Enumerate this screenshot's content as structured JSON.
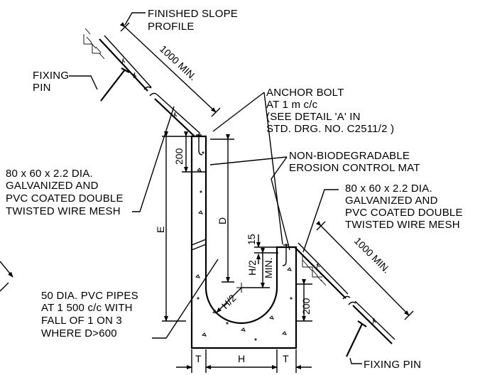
{
  "labels": {
    "finished_slope": [
      "FINISHED SLOPE",
      "PROFILE"
    ],
    "fixing_pin_left": [
      "FIXING",
      "PIN"
    ],
    "anchor_bolt": [
      "ANCHOR BOLT",
      "AT 1 m  c/c",
      "(SEE  DETAIL  'A' IN",
      "STD. DRG. NO. C2511/2 )"
    ],
    "mat": [
      "NON-BIODEGRADABLE",
      "EROSION  CONTROL MAT"
    ],
    "mesh_left": [
      "80 x 60 x 2.2 DIA.",
      "GALVANIZED AND",
      "PVC COATED DOUBLE",
      "TWISTED WIRE MESH"
    ],
    "mesh_right": [
      "80 x 60 x 2.2 DIA.",
      "GALVANIZED AND",
      "PVC COATED DOUBLE",
      "TWISTED WIRE MESH"
    ],
    "pipes": [
      "50 DIA. PVC PIPES",
      "AT 1 500 c/c WITH",
      "FALL OF 1 ON 3",
      "WHERE D>600"
    ],
    "fixing_pin_right": "FIXING  PIN"
  },
  "dimensions": {
    "min_top": "1000 MIN.",
    "min_right": "1000 MIN.",
    "d200_top": "200",
    "d200_bottom": "200",
    "E": "E",
    "D": "D",
    "d15": "15",
    "h2_min": "H/2",
    "min_word": "MIN.",
    "h2_radius": "H/2",
    "T_left": "T",
    "H": "H",
    "T_right": "T"
  }
}
